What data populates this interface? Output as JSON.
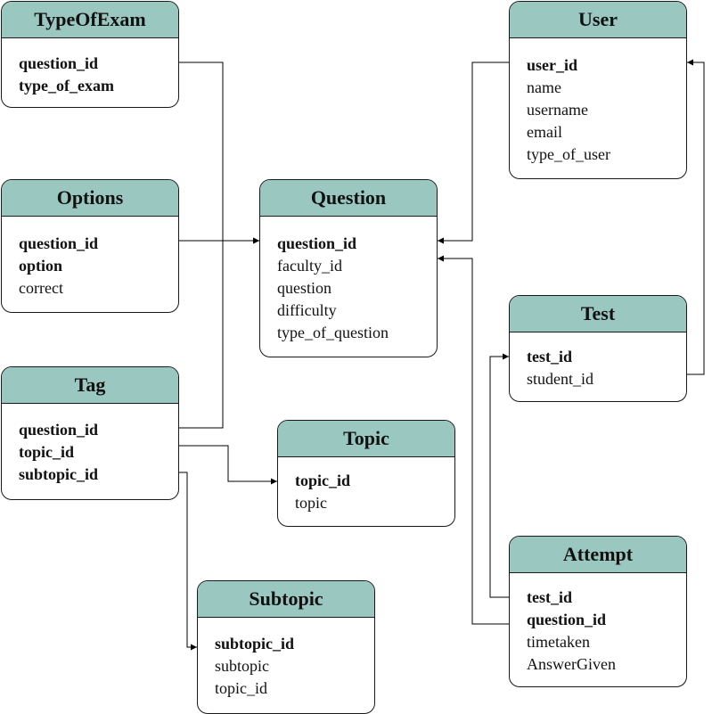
{
  "diagram": {
    "entities": [
      {
        "id": "typeofexam",
        "title": "TypeOfExam",
        "fields": [
          {
            "name": "question_id",
            "key": true
          },
          {
            "name": "type_of_exam",
            "key": true
          }
        ]
      },
      {
        "id": "options",
        "title": "Options",
        "fields": [
          {
            "name": "question_id",
            "key": true
          },
          {
            "name": "option",
            "key": true
          },
          {
            "name": "correct",
            "key": false
          }
        ]
      },
      {
        "id": "tag",
        "title": "Tag",
        "fields": [
          {
            "name": "question_id",
            "key": true
          },
          {
            "name": "topic_id",
            "key": true
          },
          {
            "name": "subtopic_id",
            "key": true
          }
        ]
      },
      {
        "id": "question",
        "title": "Question",
        "fields": [
          {
            "name": "question_id",
            "key": true
          },
          {
            "name": "faculty_id",
            "key": false
          },
          {
            "name": "question",
            "key": false
          },
          {
            "name": "difficulty",
            "key": false
          },
          {
            "name": "type_of_question",
            "key": false
          }
        ]
      },
      {
        "id": "topic",
        "title": "Topic",
        "fields": [
          {
            "name": "topic_id",
            "key": true
          },
          {
            "name": "topic",
            "key": false
          }
        ]
      },
      {
        "id": "subtopic",
        "title": "Subtopic",
        "fields": [
          {
            "name": "subtopic_id",
            "key": true
          },
          {
            "name": "subtopic",
            "key": false
          },
          {
            "name": "topic_id",
            "key": false
          }
        ]
      },
      {
        "id": "user",
        "title": "User",
        "fields": [
          {
            "name": "user_id",
            "key": true
          },
          {
            "name": "name",
            "key": false
          },
          {
            "name": "username",
            "key": false
          },
          {
            "name": "email",
            "key": false
          },
          {
            "name": "type_of_user",
            "key": false
          }
        ]
      },
      {
        "id": "test",
        "title": "Test",
        "fields": [
          {
            "name": "test_id",
            "key": true
          },
          {
            "name": "student_id",
            "key": false
          }
        ]
      },
      {
        "id": "attempt",
        "title": "Attempt",
        "fields": [
          {
            "name": "test_id",
            "key": true
          },
          {
            "name": "question_id",
            "key": true
          },
          {
            "name": "timetaken",
            "key": false
          },
          {
            "name": "AnswerGiven",
            "key": false
          }
        ]
      }
    ],
    "relationships": [
      {
        "from": "typeofexam.question_id",
        "to": "question.question_id"
      },
      {
        "from": "options.question_id",
        "to": "question.question_id"
      },
      {
        "from": "tag.question_id",
        "to": "question.question_id"
      },
      {
        "from": "tag.topic_id",
        "to": "topic.topic_id"
      },
      {
        "from": "tag.subtopic_id",
        "to": "subtopic.subtopic_id"
      },
      {
        "from": "user.user_id",
        "to": "question.faculty_id"
      },
      {
        "from": "attempt.question_id",
        "to": "question.question_id"
      },
      {
        "from": "test.student_id",
        "to": "user.user_id"
      },
      {
        "from": "attempt.test_id",
        "to": "test.test_id"
      }
    ],
    "colors": {
      "header_fill": "#9ac7bf",
      "border": "#1a1a1a",
      "line": "#000000"
    }
  }
}
